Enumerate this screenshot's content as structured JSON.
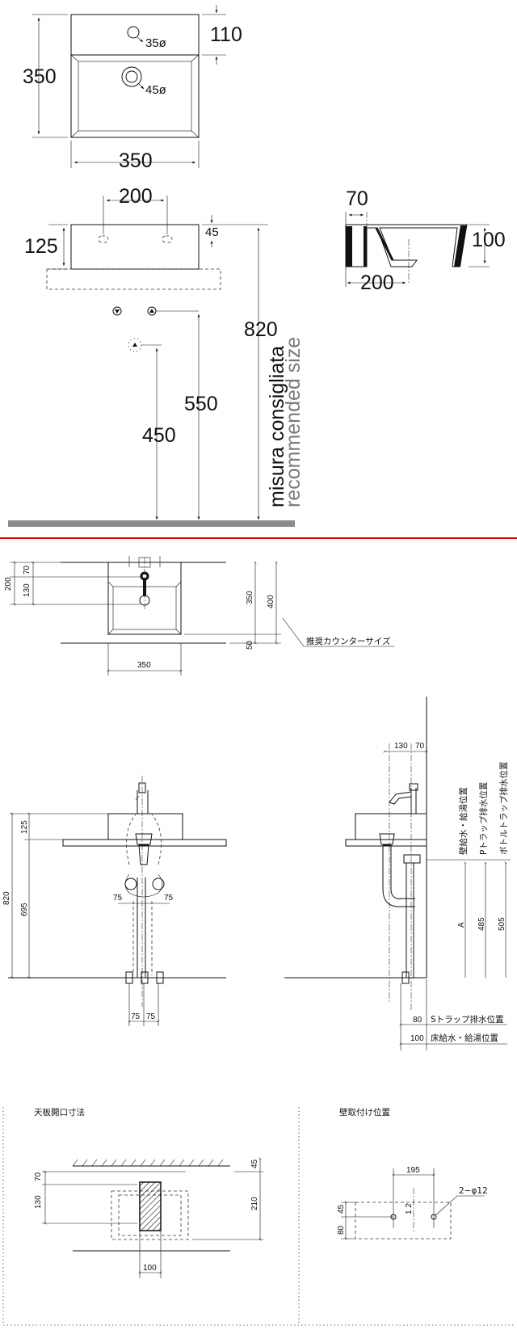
{
  "top_views": {
    "plan": {
      "h1": "110",
      "d1": "35ø",
      "h2": "350",
      "d2": "45ø",
      "w": "350"
    },
    "front": {
      "w": "200",
      "h": "125",
      "off": "45",
      "h820": "820",
      "h550": "550",
      "h450": "450",
      "vertical_note": [
        "misura consigliata",
        "recommended size"
      ]
    },
    "side": {
      "w70": "70",
      "h100": "100",
      "w200": "200"
    }
  },
  "plan_jp": {
    "left_200": "200",
    "left_70": "70",
    "left_130": "130",
    "right_350": "350",
    "right_400": "400",
    "right_50": "50",
    "bottom_350": "350",
    "counter_label": "推奨カウンターサイズ"
  },
  "front_jp": {
    "h820": "820",
    "h125": "125",
    "h695": "695",
    "a75l": "75",
    "a75r": "75",
    "b75l": "75",
    "b75r": "75"
  },
  "side_jp": {
    "top_130": "130",
    "top_70": "70",
    "label_wall": "壁給水・給湯位置",
    "label_ptrap": "Pトラップ排水位置",
    "label_bottle": "ボトルトラップ排水位置",
    "a": "A",
    "v485": "485",
    "v505": "505",
    "v80": "80",
    "s_trap": "Sトラップ排水位置",
    "v100": "100",
    "floor": "床給水・給湯位置"
  },
  "opening": {
    "title": "天板開口寸法",
    "d70": "70",
    "d130": "130",
    "d45": "45",
    "d210": "210",
    "d100": "100"
  },
  "wall": {
    "title": "壁取付け位置",
    "d195": "195",
    "d45": "45",
    "d80": "80",
    "hole": "2−φ12",
    "small": "1 2"
  },
  "colors": {
    "divider": "#e10000",
    "floor": "#8c8c8c"
  }
}
